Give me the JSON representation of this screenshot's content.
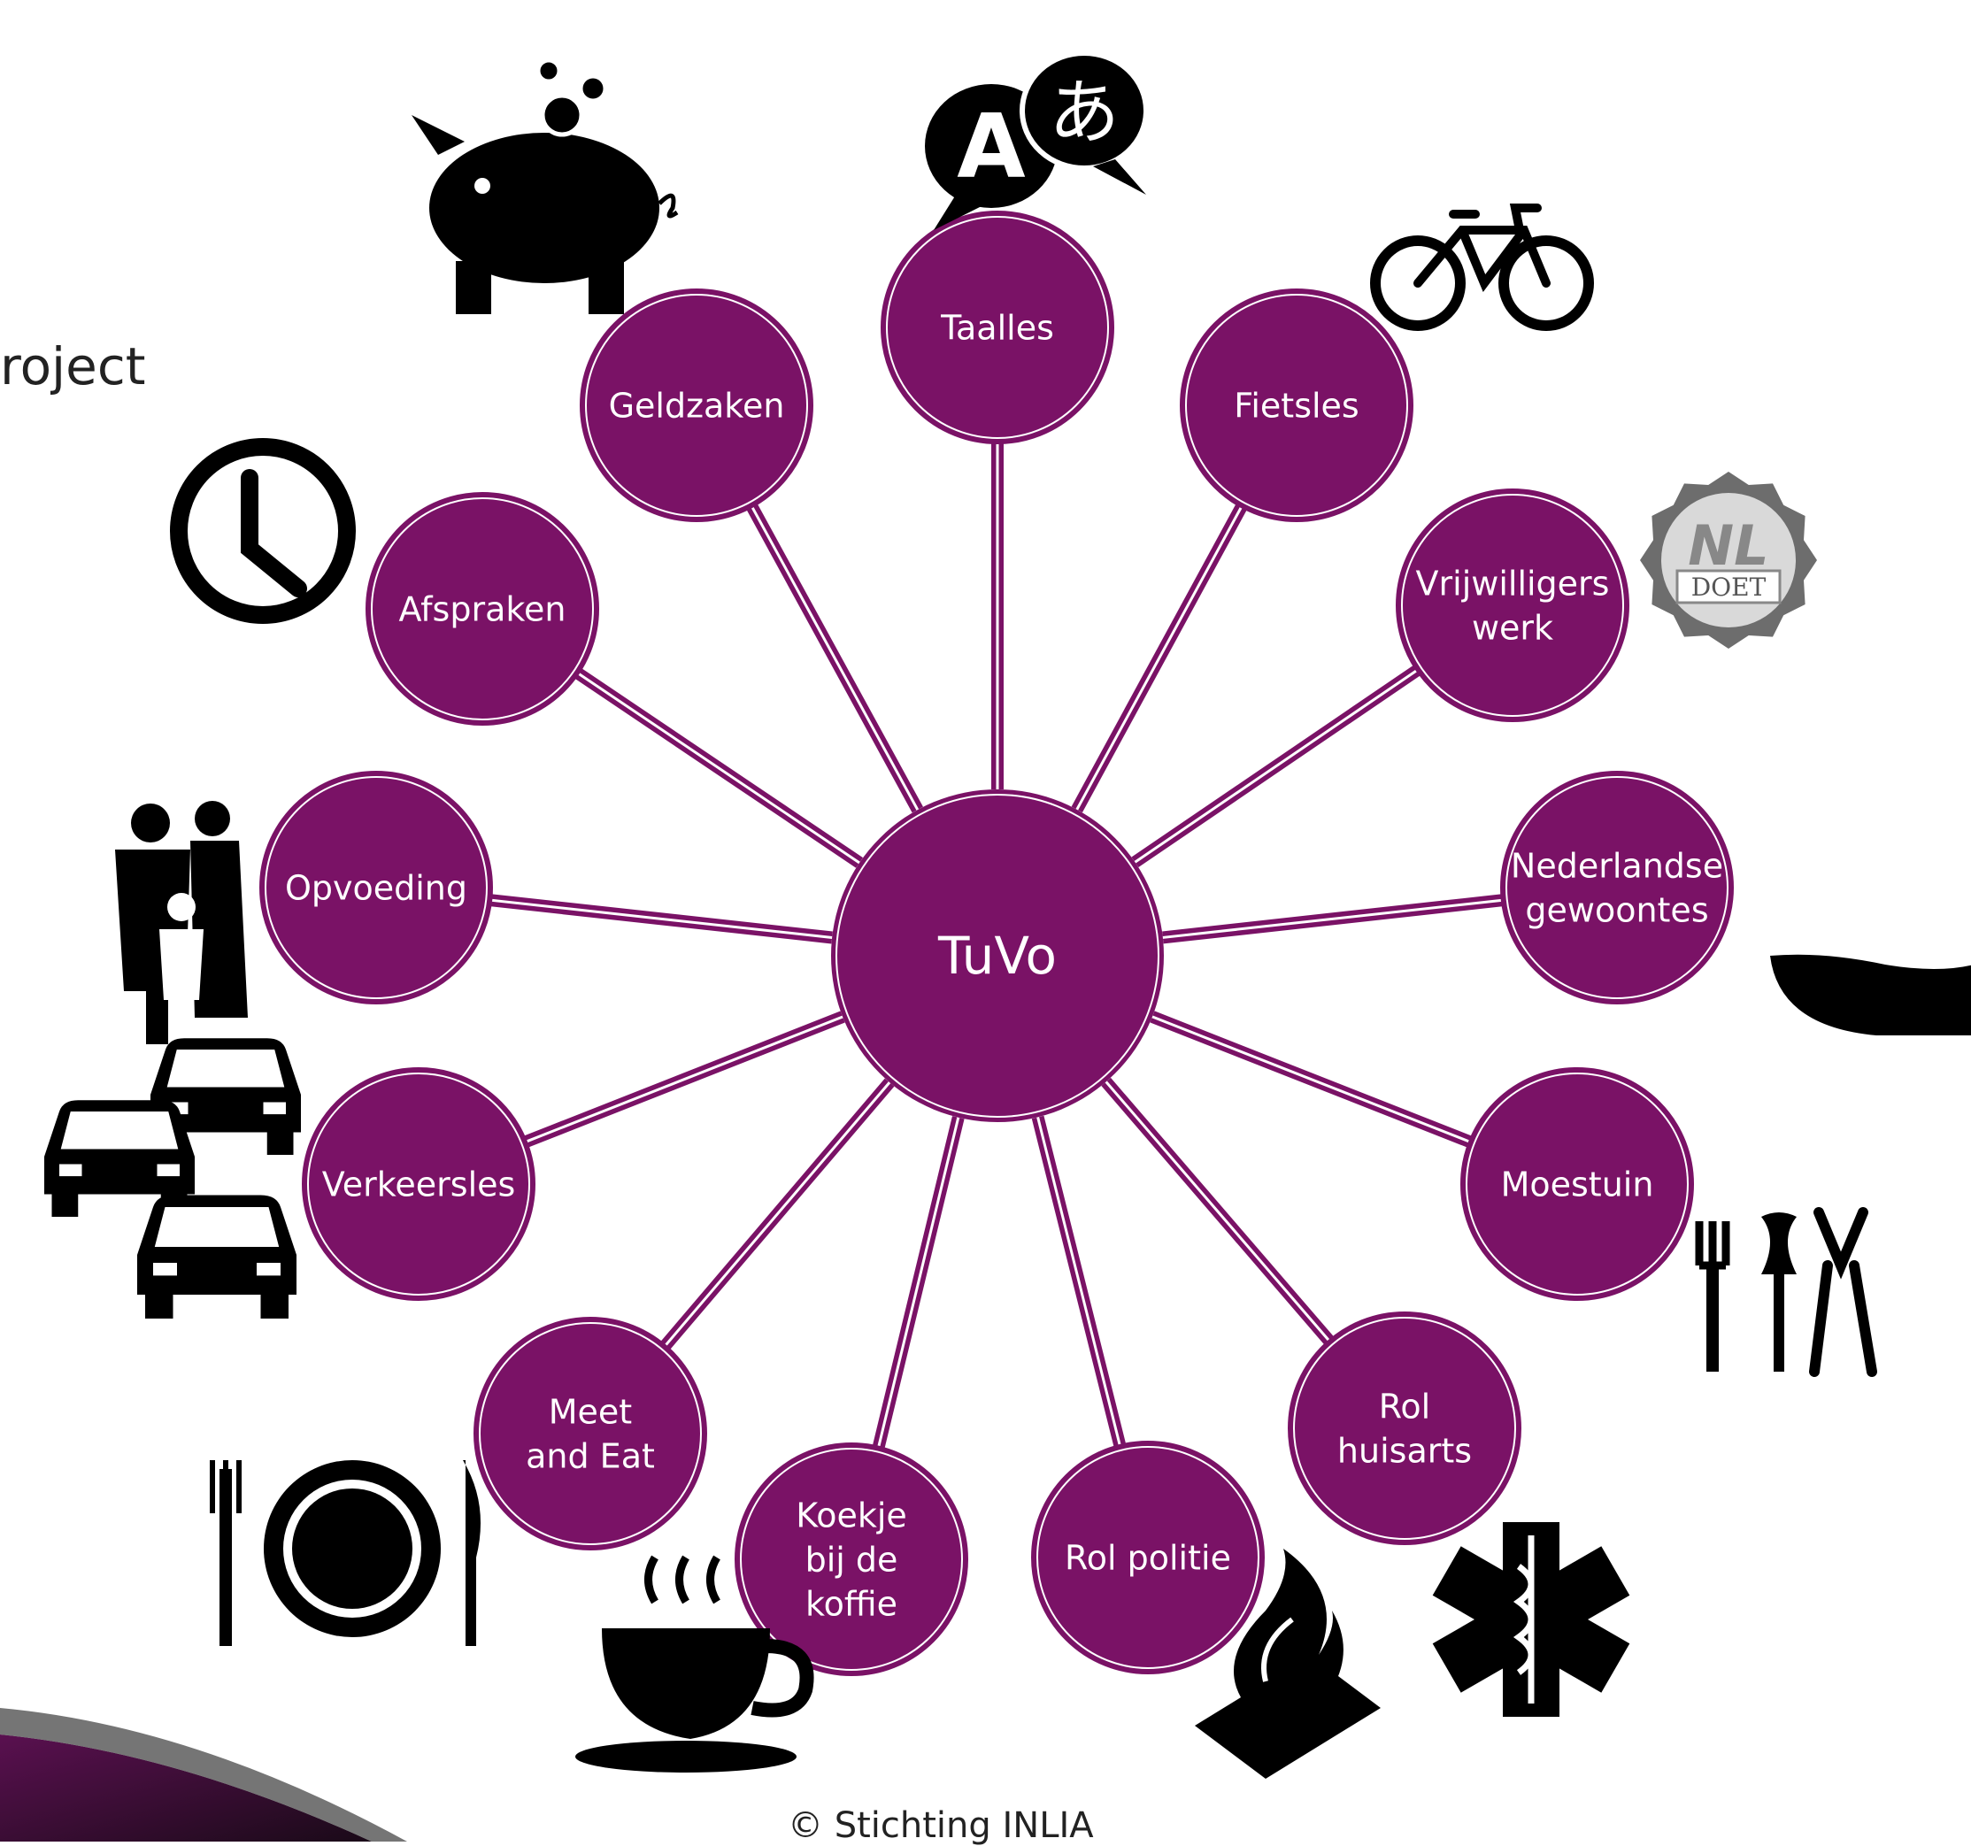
{
  "center": {
    "label": "TuVo"
  },
  "side_text": "roject",
  "footer": "© Stichting INLIA",
  "colors": {
    "node": "#7a1266",
    "line": "#7a1266",
    "ring": "#ffffff",
    "icon": "#000000"
  },
  "nodes": [
    {
      "id": "taalles",
      "lines": [
        "Taalles"
      ],
      "icon": "speech-bubbles-language-icon"
    },
    {
      "id": "fietsles",
      "lines": [
        "Fietsles"
      ],
      "icon": "bicycle-icon"
    },
    {
      "id": "vrijwilligerswerk",
      "lines": [
        "Vrijwilligers",
        "werk"
      ],
      "icon": "nl-doet-badge-icon"
    },
    {
      "id": "nederlandse-gewoontes",
      "lines": [
        "Nederlandse",
        "gewoontes"
      ],
      "icon": "wooden-clog-icon"
    },
    {
      "id": "moestuin",
      "lines": [
        "Moestuin"
      ],
      "icon": "garden-tools-icon"
    },
    {
      "id": "rol-huisarts",
      "lines": [
        "Rol",
        "huisarts"
      ],
      "icon": "medical-star-icon"
    },
    {
      "id": "rol-politie",
      "lines": [
        "Rol politie"
      ],
      "icon": "police-flame-icon"
    },
    {
      "id": "koekje-bij-de-koffie",
      "lines": [
        "Koekje",
        "bij de",
        "koffie"
      ],
      "icon": "coffee-cup-icon"
    },
    {
      "id": "meet-and-eat",
      "lines": [
        "Meet",
        "and Eat"
      ],
      "icon": "plate-cutlery-icon"
    },
    {
      "id": "verkeersles",
      "lines": [
        "Verkeersles"
      ],
      "icon": "cars-traffic-icon"
    },
    {
      "id": "opvoeding",
      "lines": [
        "Opvoeding"
      ],
      "icon": "family-icon"
    },
    {
      "id": "afspraken",
      "lines": [
        "Afspraken"
      ],
      "icon": "clock-icon"
    },
    {
      "id": "geldzaken",
      "lines": [
        "Geldzaken"
      ],
      "icon": "piggy-bank-icon"
    }
  ]
}
